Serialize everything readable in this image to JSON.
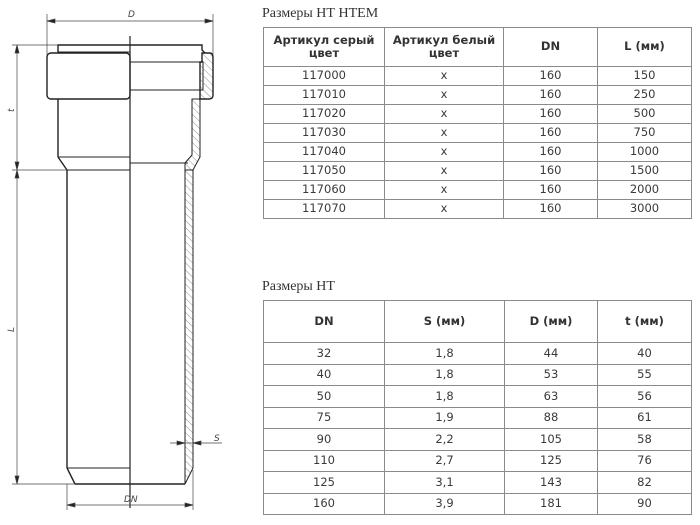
{
  "drawing": {
    "labels": {
      "outer_diameter": "D",
      "socket_depth": "t",
      "length": "L",
      "wall_thickness": "S",
      "nominal_diameter": "DN"
    }
  },
  "table_htem": {
    "title": "Размеры НТ НТЕМ",
    "headers": [
      "Артикул серый цвет",
      "Артикул белый цвет",
      "DN",
      "L (мм)"
    ],
    "rows": [
      [
        "117000",
        "x",
        "160",
        "150"
      ],
      [
        "117010",
        "x",
        "160",
        "250"
      ],
      [
        "117020",
        "x",
        "160",
        "500"
      ],
      [
        "117030",
        "x",
        "160",
        "750"
      ],
      [
        "117040",
        "x",
        "160",
        "1000"
      ],
      [
        "117050",
        "x",
        "160",
        "1500"
      ],
      [
        "117060",
        "x",
        "160",
        "2000"
      ],
      [
        "117070",
        "x",
        "160",
        "3000"
      ]
    ]
  },
  "table_ht": {
    "title": "Размеры НТ",
    "headers": [
      "DN",
      "S (мм)",
      "D (мм)",
      "t (мм)"
    ],
    "rows": [
      [
        "32",
        "1,8",
        "44",
        "40"
      ],
      [
        "40",
        "1,8",
        "53",
        "55"
      ],
      [
        "50",
        "1,8",
        "63",
        "56"
      ],
      [
        "75",
        "1,9",
        "88",
        "61"
      ],
      [
        "90",
        "2,2",
        "105",
        "58"
      ],
      [
        "110",
        "2,7",
        "125",
        "76"
      ],
      [
        "125",
        "3,1",
        "143",
        "82"
      ],
      [
        "160",
        "3,9",
        "181",
        "90"
      ]
    ]
  }
}
